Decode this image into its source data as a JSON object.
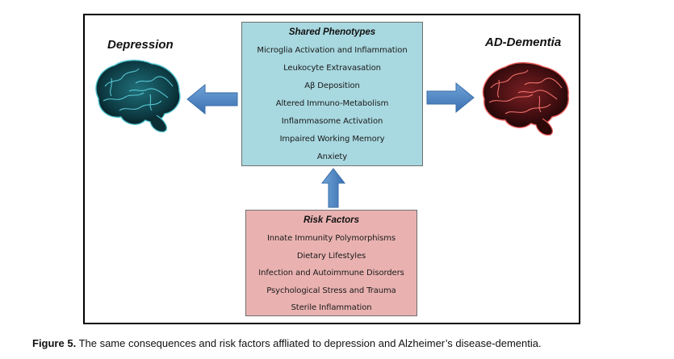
{
  "left_panel": {
    "title": "Depression",
    "color": "#2a9fae"
  },
  "right_panel": {
    "title": "AD-Dementia",
    "color": "#e23a3a"
  },
  "shared": {
    "title": "Shared Phenotypes",
    "items": [
      "Microglia Activation and Inflammation",
      "Leukocyte Extravasation",
      "Aβ Deposition",
      "Altered Immuno-Metabolism",
      "Inflammasome Activation",
      "Impaired Working Memory",
      "Anxiety"
    ],
    "color": "#a8d8e0"
  },
  "risk": {
    "title": "Risk Factors",
    "items": [
      "Innate Immunity Polymorphisms",
      "Dietary Lifestyles",
      "Infection and Autoimmune Disorders",
      "Psychological Stress and Trauma",
      "Sterile Inflammation"
    ],
    "color": "#e9b2b1"
  },
  "arrows": {
    "color": "#4a86c5"
  },
  "caption": {
    "label": "Figure 5.",
    "text": " The same consequences and risk factors affliated to depression and Alzheimer’s disease-dementia."
  }
}
